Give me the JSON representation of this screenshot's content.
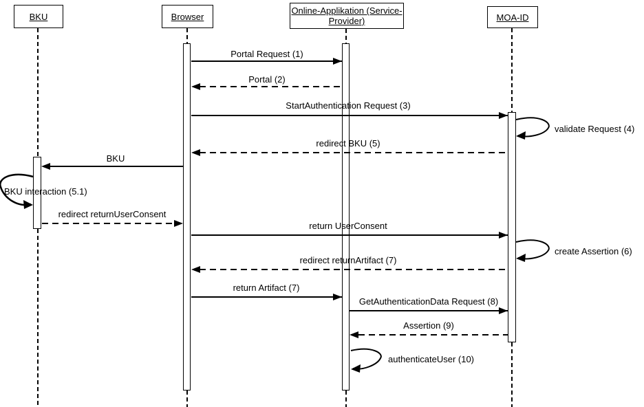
{
  "diagram": {
    "type": "uml-sequence-diagram",
    "background_color": "#ffffff",
    "line_color": "#000000"
  },
  "actors": [
    {
      "id": "bku",
      "label": "BKU"
    },
    {
      "id": "browser",
      "label": "Browser"
    },
    {
      "id": "online-applikation",
      "label": "Online-Applikation (Service-Provider)",
      "lines": [
        "Online-Applikation (Service-",
        "Provider)"
      ]
    },
    {
      "id": "moa-id",
      "label": "MOA-ID"
    }
  ],
  "messages": [
    {
      "label": "Portal Request (1)",
      "from": "Browser",
      "to": "Online-Applikation (Service-Provider)",
      "line": "solid"
    },
    {
      "label": "Portal (2)",
      "from": "Online-Applikation (Service-Provider)",
      "to": "Browser",
      "line": "dashed"
    },
    {
      "label": "StartAuthentication Request (3)",
      "from": "Browser",
      "to": "MOA-ID",
      "line": "solid"
    },
    {
      "label": "validate Request (4)",
      "from": "MOA-ID",
      "to": "MOA-ID",
      "line": "self"
    },
    {
      "label": "redirect BKU (5)",
      "from": "MOA-ID",
      "to": "Browser",
      "line": "dashed"
    },
    {
      "label": "BKU",
      "from": "Browser",
      "to": "BKU",
      "line": "solid"
    },
    {
      "label": "BKU interaction (5.1)",
      "from": "BKU",
      "to": "BKU",
      "line": "self"
    },
    {
      "label": "redirect returnUserConsent",
      "from": "BKU",
      "to": "Browser",
      "line": "dashed"
    },
    {
      "label": "return UserConsent",
      "from": "Browser",
      "to": "MOA-ID",
      "line": "solid"
    },
    {
      "label": "create Assertion (6)",
      "from": "MOA-ID",
      "to": "MOA-ID",
      "line": "self"
    },
    {
      "label": "redirect returnArtifact (7)",
      "from": "MOA-ID",
      "to": "Browser",
      "line": "dashed"
    },
    {
      "label": "return Artifact (7)",
      "from": "Browser",
      "to": "Online-Applikation (Service-Provider)",
      "line": "solid"
    },
    {
      "label": "GetAuthenticationData Request (8)",
      "from": "Online-Applikation (Service-Provider)",
      "to": "MOA-ID",
      "line": "solid"
    },
    {
      "label": "Assertion (9)",
      "from": "MOA-ID",
      "to": "Online-Applikation (Service-Provider)",
      "line": "dashed"
    },
    {
      "label": "authenticateUser (10)",
      "from": "Online-Applikation (Service-Provider)",
      "to": "Online-Applikation (Service-Provider)",
      "line": "self"
    }
  ]
}
